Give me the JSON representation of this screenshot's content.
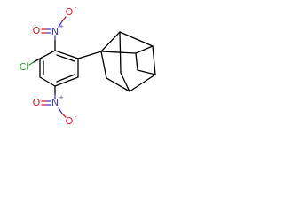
{
  "atoms": {
    "n_top": "N",
    "n_top_charge": "+",
    "o_top_upper": "O",
    "o_top_upper_charge": "-",
    "o_top_left": "O",
    "cl": "Cl",
    "n_bottom": "N",
    "n_bottom_charge": "+",
    "o_bottom_left": "O",
    "o_bottom_lower": "O",
    "o_bottom_lower_charge": "-"
  },
  "colors": {
    "carbon": "#000000",
    "oxygen": "#e8141e",
    "nitrogen": "#3b3bd6",
    "chlorine": "#1fa31f"
  }
}
